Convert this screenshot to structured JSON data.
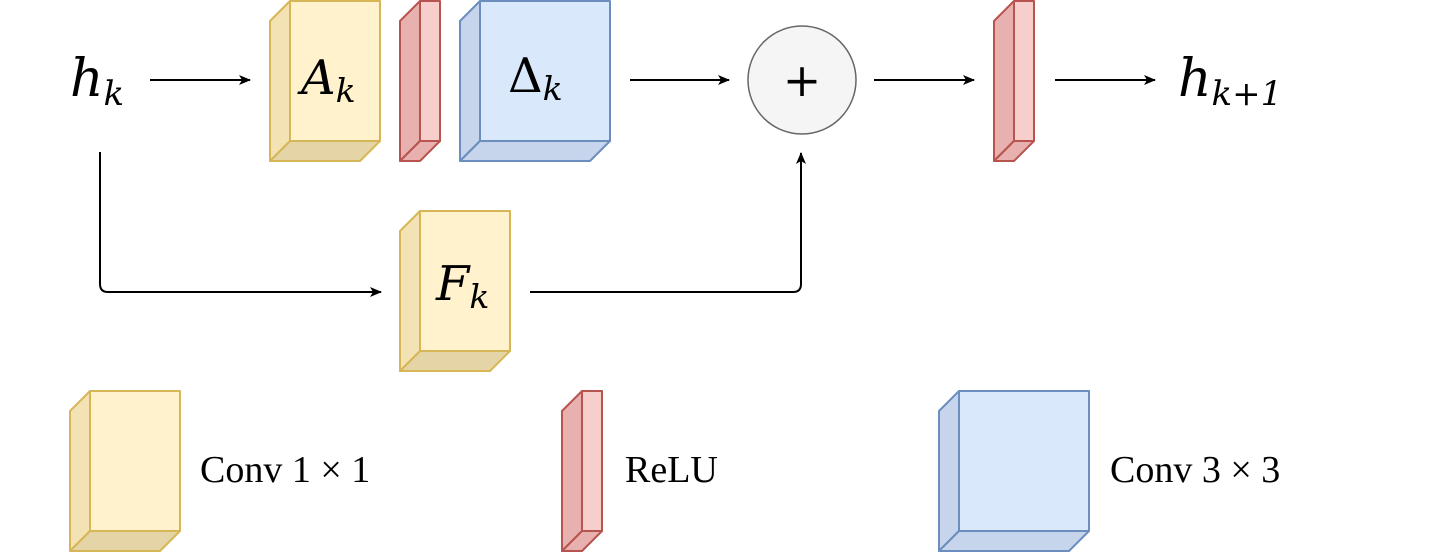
{
  "diagram": {
    "input": {
      "base": "h",
      "sub": "k"
    },
    "output": {
      "base": "h",
      "sub": "k+1"
    },
    "block_a": {
      "base": "A",
      "sub": "k"
    },
    "block_delta": {
      "base": "Δ",
      "sub": "k"
    },
    "block_f": {
      "base": "F",
      "sub": "k"
    },
    "sum_symbol": "+"
  },
  "legend": {
    "conv1": "Conv 1 × 1",
    "relu": "ReLU",
    "conv3": "Conv 3 × 3"
  },
  "colors": {
    "yellow_fill": "#fff2cc",
    "yellow_stroke": "#d6b656",
    "yellow_side": "#f3e3b4",
    "yellow_bottom": "#e5d5a6",
    "red_fill": "#f8cecc",
    "red_stroke": "#b85450",
    "red_side": "#e8b1af",
    "blue_fill": "#dae8fc",
    "blue_stroke": "#6c8ebf",
    "blue_side": "#c7d5ec",
    "circle_fill": "#f5f5f5",
    "circle_stroke": "#666666"
  }
}
